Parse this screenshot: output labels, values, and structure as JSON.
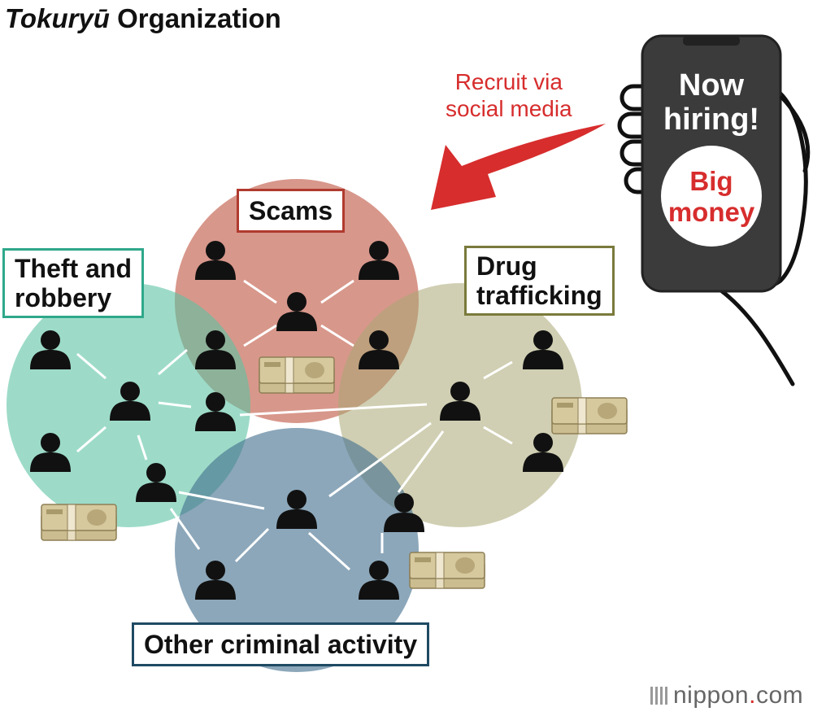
{
  "title": {
    "italic": "Tokuryū",
    "rest": " Organization"
  },
  "recruit_label": {
    "line1": "Recruit via",
    "line2": "social media"
  },
  "phone": {
    "line1": "Now",
    "line2": "hiring!",
    "big1": "Big",
    "big2": "money"
  },
  "groups": {
    "scams": "Scams",
    "theft_line1": "Theft and",
    "theft_line2": "robbery",
    "drug_line1": "Drug",
    "drug_line2": "trafficking",
    "other": "Other criminal activity"
  },
  "brand": {
    "name": "nippon",
    "dot": ".",
    "suffix": "com"
  },
  "colors": {
    "scams_circle": "#c96f5e",
    "theft_circle": "#5cc3a3",
    "drug_circle": "#a9a774",
    "other_circle": "#3f6d8c",
    "arrow": "#d72d2d",
    "phone": "#3b3b3b",
    "figure": "#111111",
    "money": "#c9b98a"
  },
  "icons": [
    "person-icon",
    "banknote-stack-icon",
    "hand-icon",
    "phone-icon",
    "curved-arrow-icon"
  ]
}
